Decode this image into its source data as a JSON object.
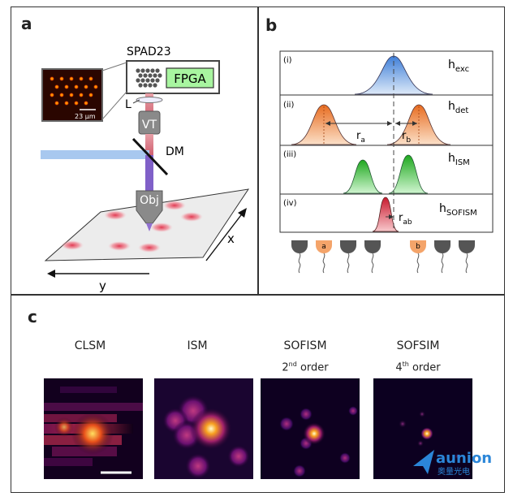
{
  "panel_a": {
    "label": "a",
    "detector_title": "SPAD23",
    "fpga": "FPGA",
    "lens": "L",
    "vt": "VT",
    "dm": "DM",
    "obj": "Obj",
    "scale": "23 µm",
    "axis_x": "x",
    "axis_y": "y",
    "colors": {
      "laser": "#7fb2e5",
      "emission": "#e07080",
      "objective": "#8a8a8a",
      "fpga_fill": "#a8f5a0"
    }
  },
  "panel_b": {
    "label": "b",
    "rows": [
      {
        "roman": "(i)",
        "h_main": "h",
        "h_sub": "exc",
        "color": "#a8c8f0"
      },
      {
        "roman": "(ii)",
        "h_main": "h",
        "h_sub": "det",
        "color": "#f4a878"
      },
      {
        "roman": "(iii)",
        "h_main": "h",
        "h_sub": "ISM",
        "color": "#5cd65c"
      },
      {
        "roman": "(iv)",
        "h_main": "h",
        "h_sub": "SOFISM",
        "color": "#e05060"
      }
    ],
    "ra_main": "r",
    "ra_sub": "a",
    "rb_main": "r",
    "rb_sub": "b",
    "rab_main": "r",
    "rab_sub": "ab",
    "det_a": "a",
    "det_b": "b"
  },
  "panel_c": {
    "label": "c",
    "images": [
      {
        "title": "CLSM",
        "sub_main": "",
        "sub_sup": "",
        "sub_rest": ""
      },
      {
        "title": "ISM",
        "sub_main": "",
        "sub_sup": "",
        "sub_rest": ""
      },
      {
        "title": "SOFISM",
        "sub_main": "2",
        "sub_sup": "nd",
        "sub_rest": " order"
      },
      {
        "title": "SOFSIM",
        "sub_main": "4",
        "sub_sup": "th",
        "sub_rest": " order"
      }
    ]
  },
  "logo": {
    "name": "aunion",
    "cn": "奥量光电"
  }
}
